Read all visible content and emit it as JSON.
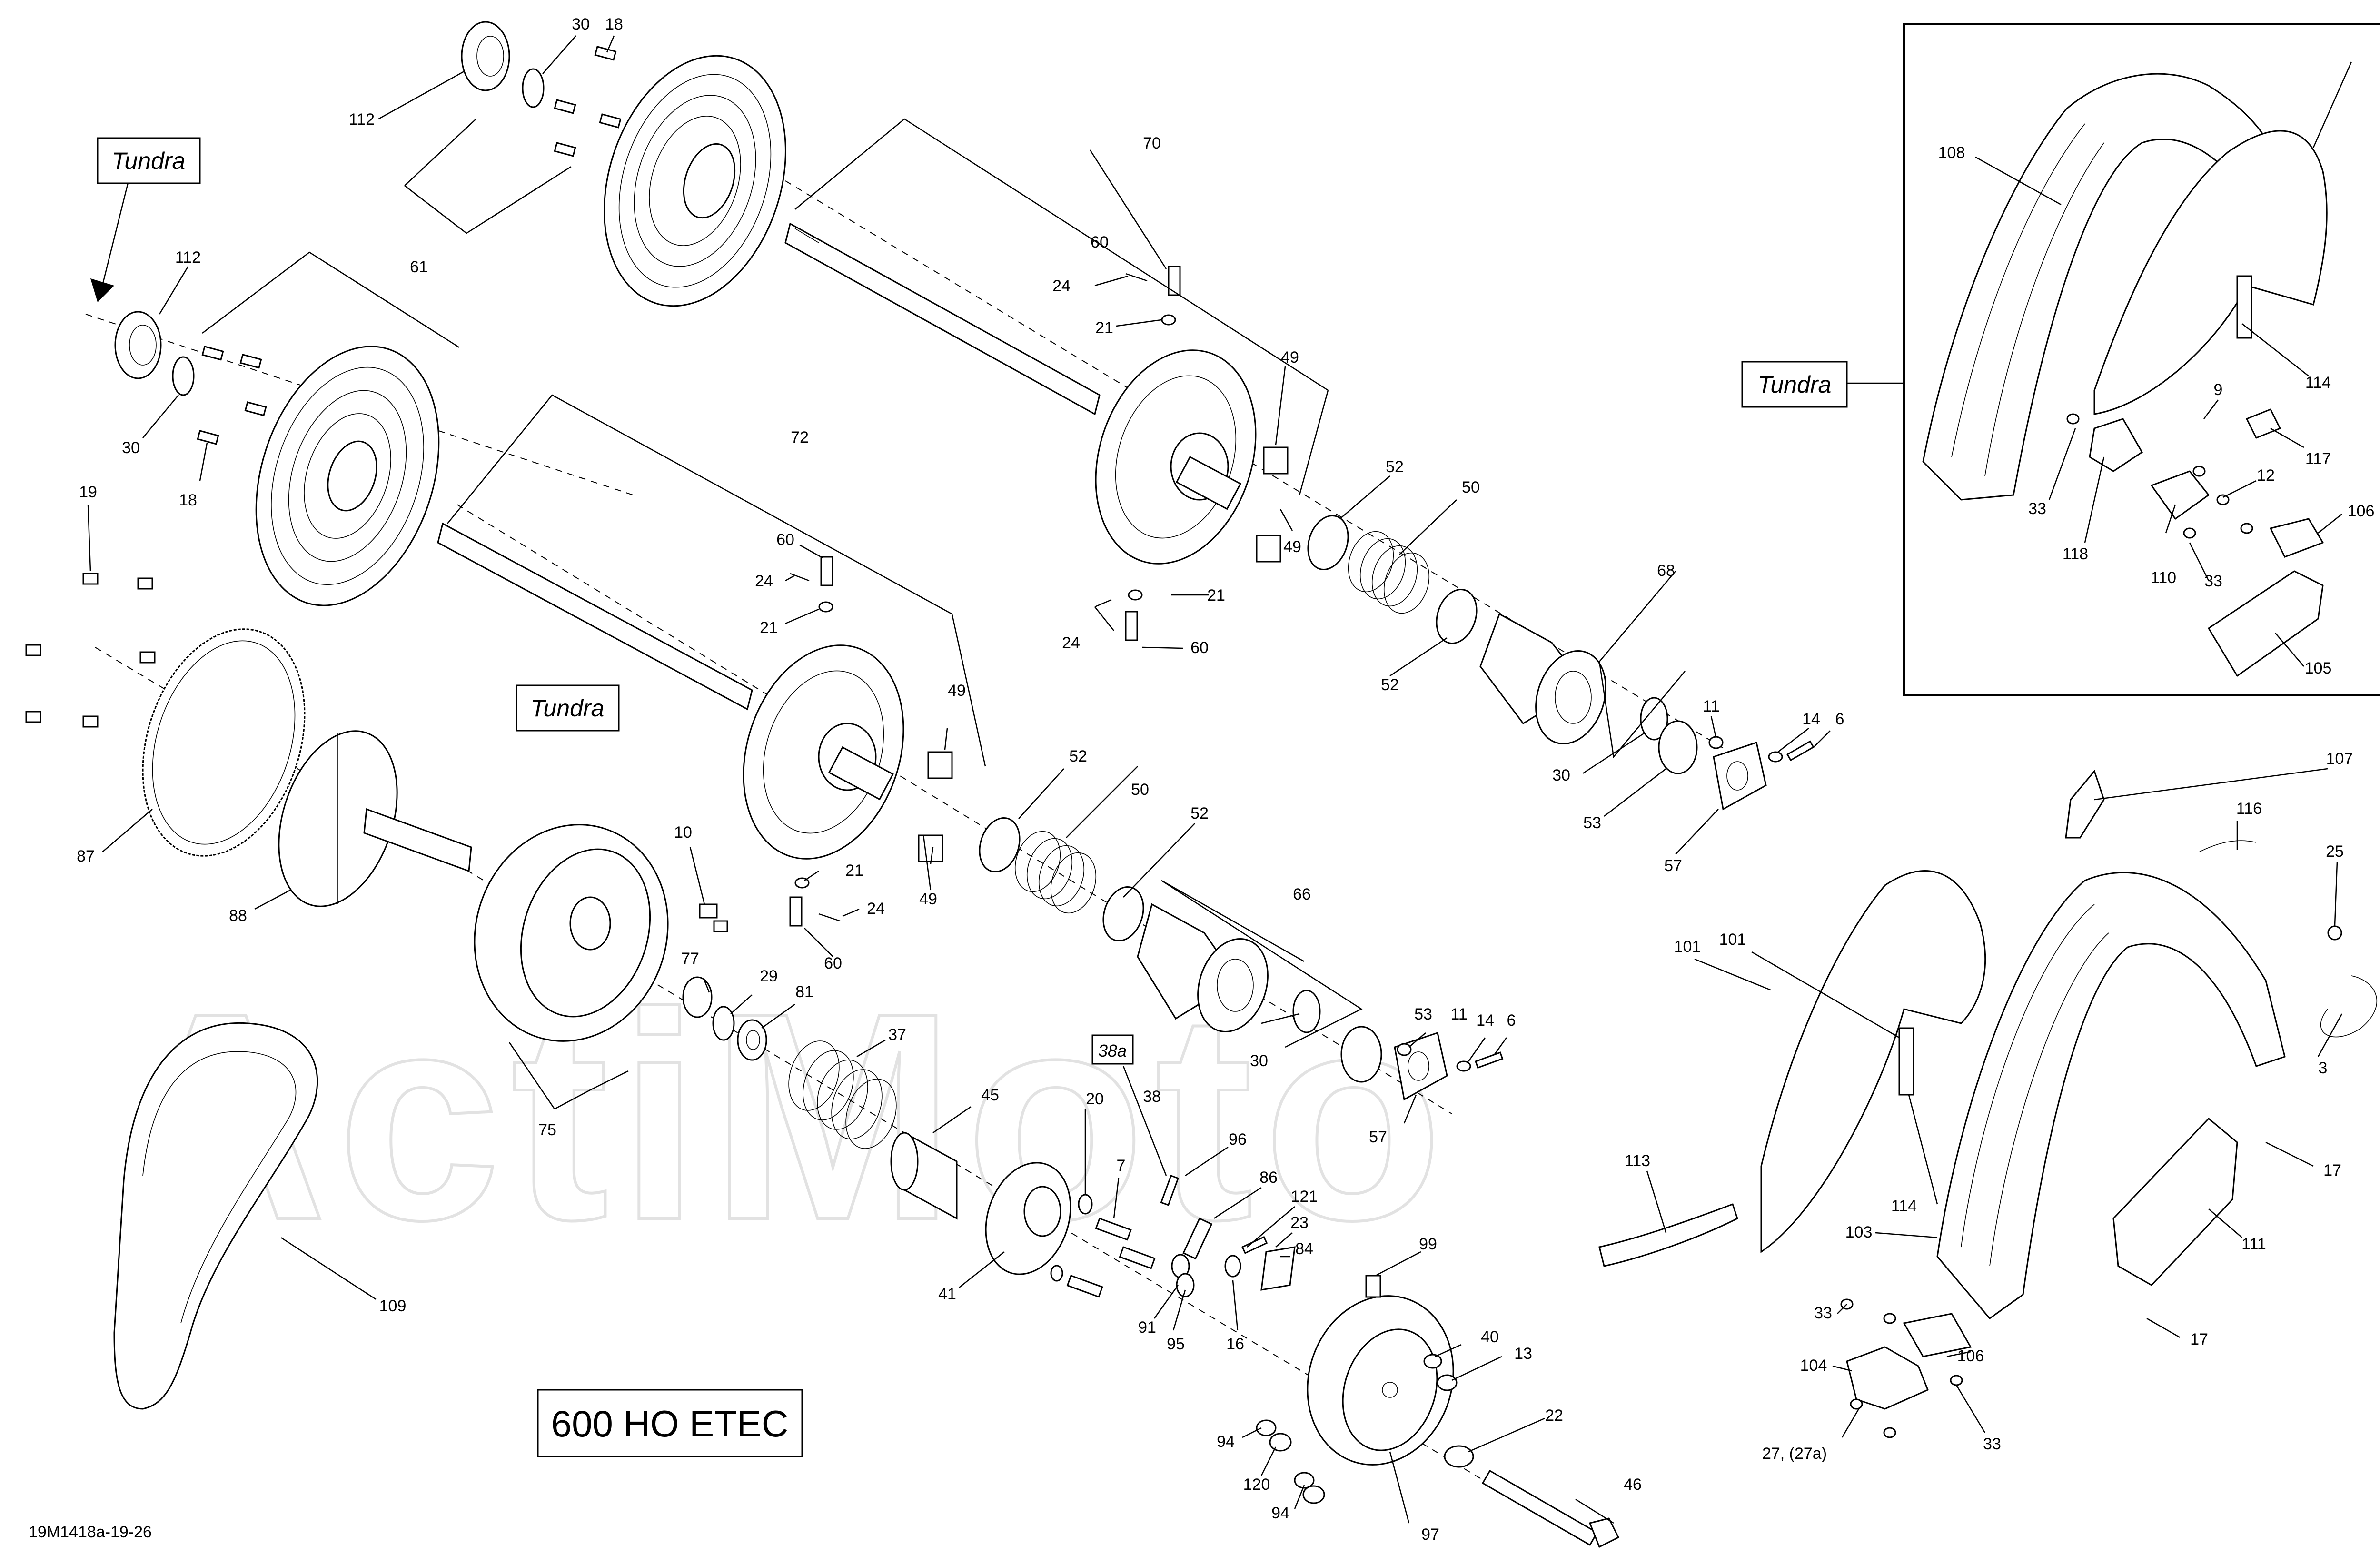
{
  "diagram": {
    "drawing_ref": "19M1418a-19-26",
    "model_box": "600 HO ETEC",
    "variant_boxes": [
      {
        "id": "tundra-top-left",
        "text": "Tundra"
      },
      {
        "id": "tundra-middle",
        "text": "Tundra"
      },
      {
        "id": "tundra-inset",
        "text": "Tundra"
      }
    ],
    "ref_box": "38a",
    "watermark": "ActiMoto",
    "callouts": [
      {
        "id": "c30a",
        "text": "30"
      },
      {
        "id": "c18a",
        "text": "18"
      },
      {
        "id": "c112a",
        "text": "112"
      },
      {
        "id": "c112b",
        "text": "112"
      },
      {
        "id": "c61",
        "text": "61"
      },
      {
        "id": "c30b",
        "text": "30"
      },
      {
        "id": "c18b",
        "text": "18"
      },
      {
        "id": "c19",
        "text": "19"
      },
      {
        "id": "c70",
        "text": "70"
      },
      {
        "id": "c60a",
        "text": "60"
      },
      {
        "id": "c24a",
        "text": "24"
      },
      {
        "id": "c21a",
        "text": "21"
      },
      {
        "id": "c49a",
        "text": "49"
      },
      {
        "id": "c72",
        "text": "72"
      },
      {
        "id": "c60b",
        "text": "60"
      },
      {
        "id": "c24b",
        "text": "24"
      },
      {
        "id": "c21b",
        "text": "21"
      },
      {
        "id": "c21c",
        "text": "21"
      },
      {
        "id": "c24c",
        "text": "24"
      },
      {
        "id": "c60c",
        "text": "60"
      },
      {
        "id": "c49b",
        "text": "49"
      },
      {
        "id": "c52a",
        "text": "52"
      },
      {
        "id": "c50a",
        "text": "50"
      },
      {
        "id": "c52b",
        "text": "52"
      },
      {
        "id": "c68",
        "text": "68"
      },
      {
        "id": "c49c",
        "text": "49"
      },
      {
        "id": "c11a",
        "text": "11"
      },
      {
        "id": "c14a",
        "text": "14"
      },
      {
        "id": "c6a",
        "text": "6"
      },
      {
        "id": "c30c",
        "text": "30"
      },
      {
        "id": "c53a",
        "text": "53"
      },
      {
        "id": "c57a",
        "text": "57"
      },
      {
        "id": "c87",
        "text": "87"
      },
      {
        "id": "c88",
        "text": "88"
      },
      {
        "id": "c10",
        "text": "10"
      },
      {
        "id": "c52c",
        "text": "52"
      },
      {
        "id": "c50b",
        "text": "50"
      },
      {
        "id": "c52d",
        "text": "52"
      },
      {
        "id": "c21d",
        "text": "21"
      },
      {
        "id": "c24d",
        "text": "24"
      },
      {
        "id": "c60d",
        "text": "60"
      },
      {
        "id": "c49d",
        "text": "49"
      },
      {
        "id": "c66",
        "text": "66"
      },
      {
        "id": "c77",
        "text": "77"
      },
      {
        "id": "c29",
        "text": "29"
      },
      {
        "id": "c81",
        "text": "81"
      },
      {
        "id": "c37",
        "text": "37"
      },
      {
        "id": "c45",
        "text": "45"
      },
      {
        "id": "c75",
        "text": "75"
      },
      {
        "id": "c53b",
        "text": "53"
      },
      {
        "id": "c11b",
        "text": "11"
      },
      {
        "id": "c14b",
        "text": "14"
      },
      {
        "id": "c6b",
        "text": "6"
      },
      {
        "id": "c30d",
        "text": "30"
      },
      {
        "id": "c57b",
        "text": "57"
      },
      {
        "id": "c38",
        "text": "38"
      },
      {
        "id": "c20",
        "text": "20"
      },
      {
        "id": "c7",
        "text": "7"
      },
      {
        "id": "c96",
        "text": "96"
      },
      {
        "id": "c86",
        "text": "86"
      },
      {
        "id": "c121",
        "text": "121"
      },
      {
        "id": "c23",
        "text": "23"
      },
      {
        "id": "c84",
        "text": "84"
      },
      {
        "id": "c41",
        "text": "41"
      },
      {
        "id": "c91",
        "text": "91"
      },
      {
        "id": "c95",
        "text": "95"
      },
      {
        "id": "c16",
        "text": "16"
      },
      {
        "id": "c99",
        "text": "99"
      },
      {
        "id": "c40",
        "text": "40"
      },
      {
        "id": "c13",
        "text": "13"
      },
      {
        "id": "c22",
        "text": "22"
      },
      {
        "id": "c94a",
        "text": "94"
      },
      {
        "id": "c120",
        "text": "120"
      },
      {
        "id": "c94b",
        "text": "94"
      },
      {
        "id": "c97",
        "text": "97"
      },
      {
        "id": "c46",
        "text": "46"
      },
      {
        "id": "c109",
        "text": "109"
      },
      {
        "id": "c113",
        "text": "113"
      },
      {
        "id": "c101a",
        "text": "101"
      },
      {
        "id": "c108",
        "text": "108"
      },
      {
        "id": "c114a",
        "text": "114"
      },
      {
        "id": "c9",
        "text": "9"
      },
      {
        "id": "c117",
        "text": "117"
      },
      {
        "id": "c12",
        "text": "12"
      },
      {
        "id": "c106a",
        "text": "106"
      },
      {
        "id": "c33a",
        "text": "33"
      },
      {
        "id": "c118",
        "text": "118"
      },
      {
        "id": "c110",
        "text": "110"
      },
      {
        "id": "c33b",
        "text": "33"
      },
      {
        "id": "c105",
        "text": "105"
      },
      {
        "id": "c107",
        "text": "107"
      },
      {
        "id": "c116",
        "text": "116"
      },
      {
        "id": "c25",
        "text": "25"
      },
      {
        "id": "c3",
        "text": "3"
      },
      {
        "id": "c101b",
        "text": "101"
      },
      {
        "id": "c114b",
        "text": "114"
      },
      {
        "id": "c103",
        "text": "103"
      },
      {
        "id": "c17a",
        "text": "17"
      },
      {
        "id": "c111",
        "text": "111"
      },
      {
        "id": "c17b",
        "text": "17"
      },
      {
        "id": "c33c",
        "text": "33"
      },
      {
        "id": "c106b",
        "text": "106"
      },
      {
        "id": "c104",
        "text": "104"
      },
      {
        "id": "c27",
        "text": "27, (27a)"
      },
      {
        "id": "c33d",
        "text": "33"
      }
    ]
  }
}
